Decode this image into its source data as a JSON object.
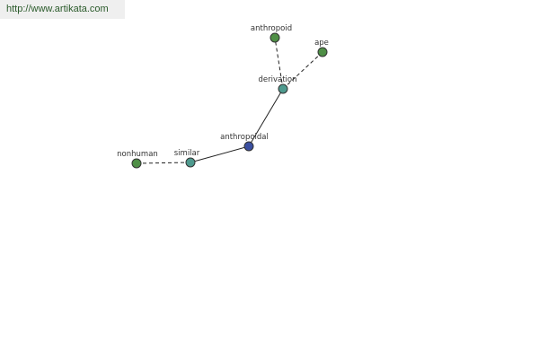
{
  "banner": {
    "url_text": "http://www.artikata.com"
  },
  "colors": {
    "center_node": "#3b4fa0",
    "related_node": "#4e9a8e",
    "leaf_node": "#4f8f46",
    "banner_bg": "#efefef",
    "banner_text": "#2a5a2a"
  },
  "graph": {
    "nodes": [
      {
        "id": "anthropoidal",
        "label": "anthropoidal",
        "kind": "center"
      },
      {
        "id": "derivation",
        "label": "derivation",
        "kind": "related"
      },
      {
        "id": "similar",
        "label": "similar",
        "kind": "related"
      },
      {
        "id": "anthropoid",
        "label": "anthropoid",
        "kind": "leaf"
      },
      {
        "id": "ape",
        "label": "ape",
        "kind": "leaf"
      },
      {
        "id": "nonhuman",
        "label": "nonhuman",
        "kind": "leaf"
      }
    ],
    "edges": [
      {
        "from": "anthropoidal",
        "to": "derivation",
        "style": "solid"
      },
      {
        "from": "anthropoidal",
        "to": "similar",
        "style": "solid"
      },
      {
        "from": "derivation",
        "to": "anthropoid",
        "style": "dashed"
      },
      {
        "from": "derivation",
        "to": "ape",
        "style": "dashed"
      },
      {
        "from": "similar",
        "to": "nonhuman",
        "style": "dashed"
      }
    ]
  }
}
